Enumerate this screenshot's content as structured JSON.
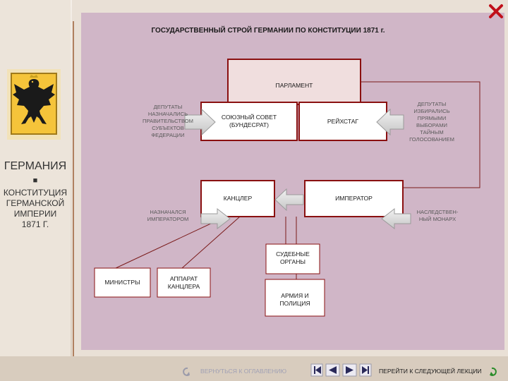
{
  "title": "ГОСУДАРСТВЕННЫЙ СТРОЙ ГЕРМАНИИ ПО КОНСТИТУЦИИ 1871 г.",
  "sidebar": {
    "heading": "ГЕРМАНИЯ",
    "bullet": "■",
    "subtitle_lines": [
      "КОНСТИТУЦИЯ",
      "ГЕРМАНСКОЙ",
      "ИМПЕРИИ",
      "1871 Г."
    ]
  },
  "boxes": {
    "parliament": "ПАРЛАМЕНТ",
    "bundesrat_lines": [
      "СОЮЗНЫЙ СОВЕТ",
      "(БУНДЕСРАТ)"
    ],
    "reichstag": "РЕЙХСТАГ",
    "chancellor": "КАНЦЛЕР",
    "emperor": "ИМПЕРАТОР",
    "courts_lines": [
      "СУДЕБНЫЕ",
      "ОРГАНЫ"
    ],
    "ministers": "МИНИСТРЫ",
    "apparatus_lines": [
      "АППАРАТ",
      "КАНЦЛЕРА"
    ],
    "army_lines": [
      "АРМИЯ И",
      "ПОЛИЦИЯ"
    ]
  },
  "notes": {
    "bundesrat_deputies_lines": [
      "ДЕПУТАТЫ",
      "НАЗНАЧАЛИСЬ",
      "ПРАВИТЕЛЬСТВОМ",
      "СУБЪЕКТОВ",
      "ФЕДЕРАЦИИ"
    ],
    "reichstag_deputies_lines": [
      "ДЕПУТАТЫ",
      "ИЗБИРАЛИСЬ",
      "ПРЯМЫМИ",
      "ВЫБОРАМИ",
      "ТАЙНЫМ",
      "ГОЛОСОВАНИЕМ"
    ],
    "chancellor_appointed_lines": [
      "НАЗНАЧАЛСЯ",
      "ИМПЕРАТОРОМ"
    ],
    "hereditary_lines": [
      "НАСЛЕДСТВЕН-",
      "НЫЙ МОНАРХ"
    ]
  },
  "nav": {
    "back_label": "ВЕРНУТЬСЯ К ОГЛАВЛЕНИЮ",
    "next_label": "ПЕРЕЙТИ К СЛЕДУЮЩЕЙ ЛЕКЦИИ"
  },
  "colors": {
    "panel": "#cdb2c6",
    "box_border": "#8a1010",
    "parliament_fill": "#f0dede",
    "box_fill": "#ffffff",
    "close": "#c0101a",
    "nav_green": "#2a8c2a"
  },
  "icons": [
    "close-icon",
    "eagle-emblem",
    "first-icon",
    "prev-icon",
    "next-icon",
    "last-icon",
    "return-icon",
    "forward-icon"
  ]
}
